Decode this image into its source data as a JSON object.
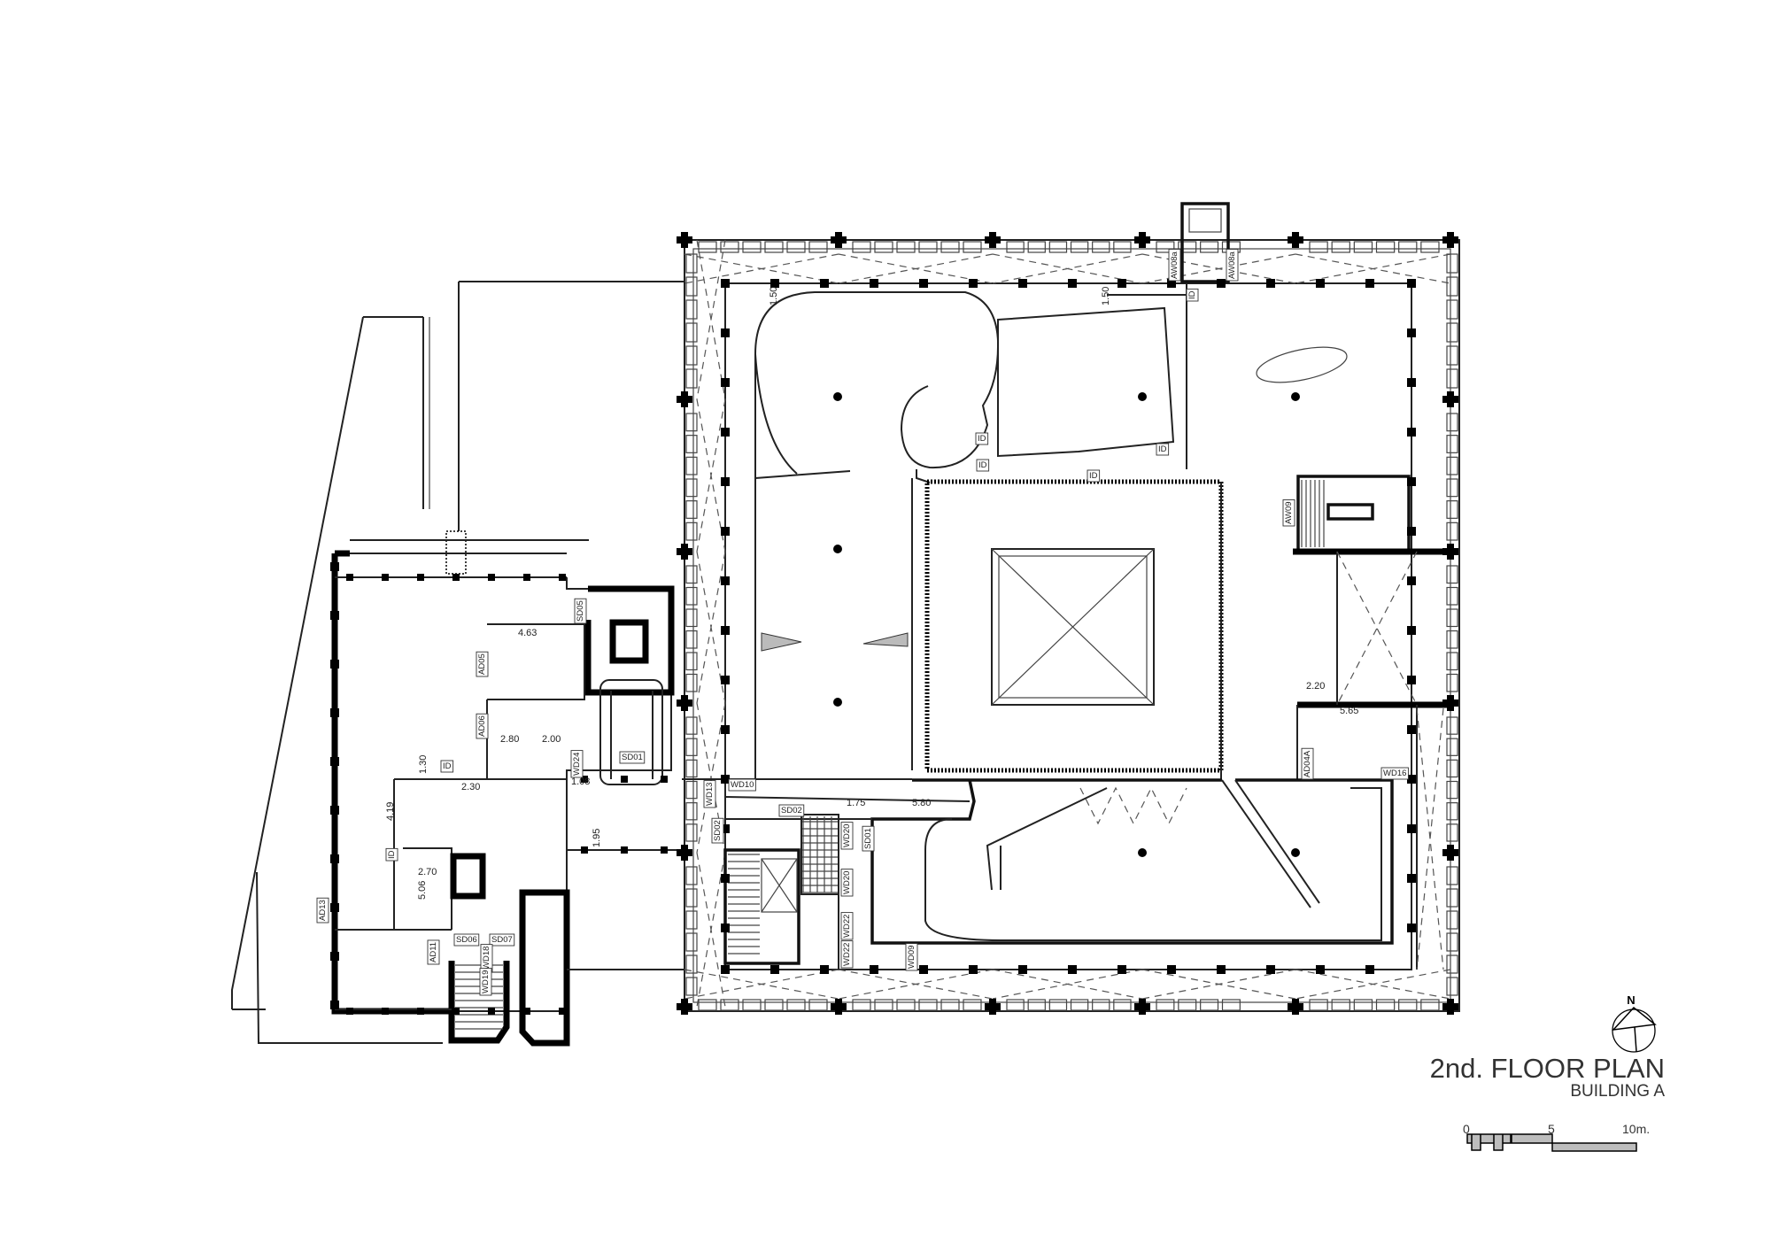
{
  "title": "2nd. FLOOR PLAN",
  "subtitle": "BUILDING A",
  "north_label": "N",
  "scale_bar": {
    "labels": [
      "0",
      "5",
      "10m."
    ],
    "unit": "m"
  },
  "colors": {
    "lines": "#000000",
    "background": "#ffffff",
    "hatch": "#9a9a9a"
  },
  "dimensions": [
    "1.50",
    "1.50",
    "4.63",
    "2.80",
    "2.00",
    "1.30",
    "2.30",
    "1.08",
    "4.19",
    "2.70",
    "5.06",
    "1.95",
    "1.75",
    "5.80",
    "2.20",
    "5.65"
  ],
  "door_tags": [
    "SD05",
    "AD05",
    "AD06",
    "SD01",
    "WD24",
    "ID",
    "AD13",
    "AD11",
    "SD06",
    "SD07",
    "WD18",
    "WD19",
    "ID",
    "WD10",
    "WD13",
    "SD02",
    "SD02",
    "WD20",
    "WD20",
    "SD01",
    "WD22",
    "WD22",
    "WD09",
    "AW08a",
    "AW08a",
    "ID",
    "AW09",
    "AD04A",
    "WD16",
    "ID",
    "ID",
    "ID",
    "ID"
  ]
}
